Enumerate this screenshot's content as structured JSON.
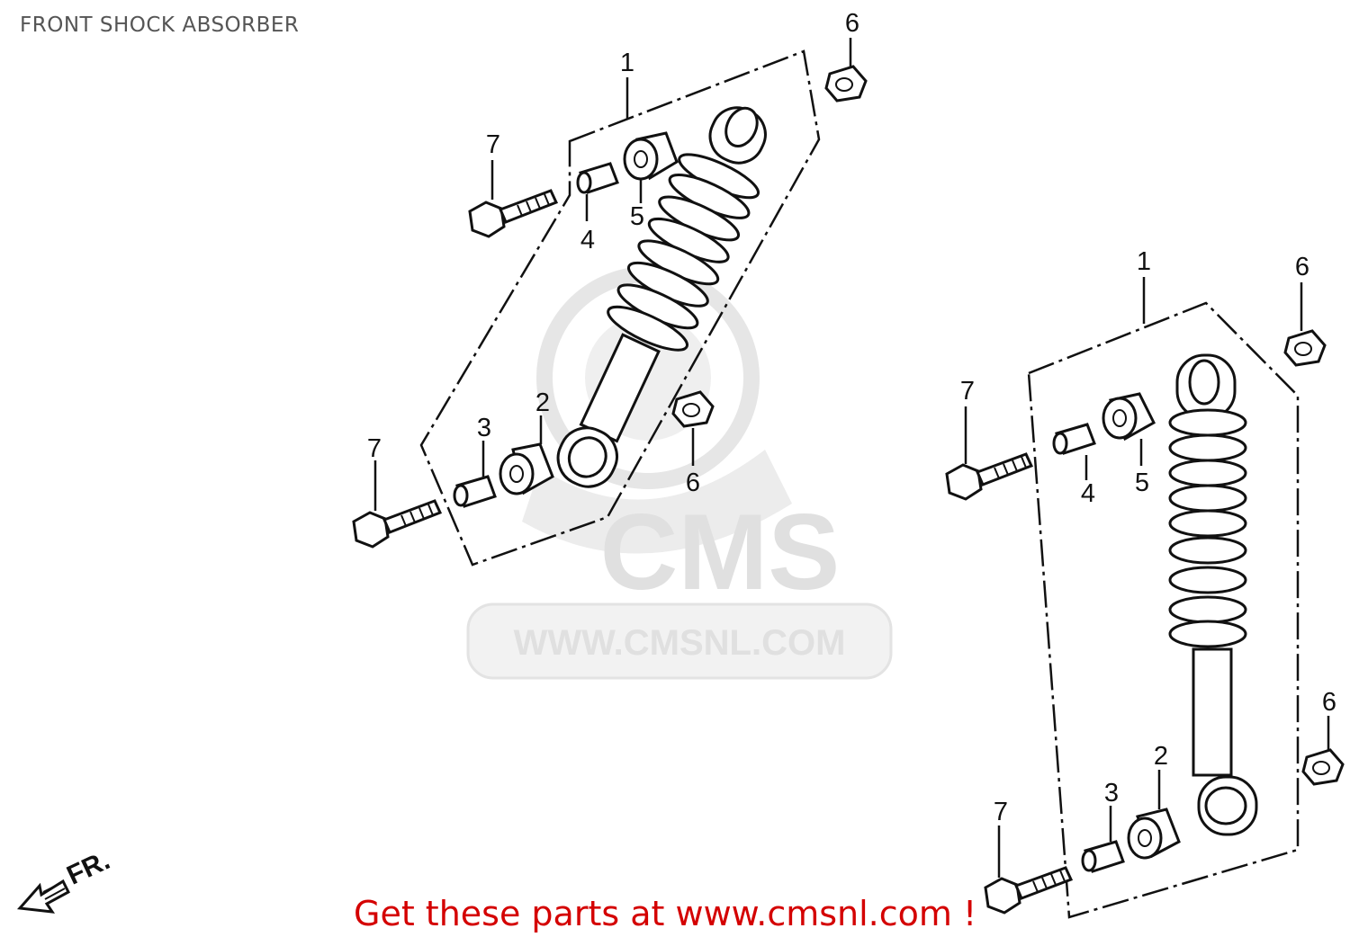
{
  "header": {
    "title": "FRONT SHOCK ABSORBER"
  },
  "watermark": {
    "logo_text": "CMS",
    "url_text": "WWW.CMSNL.COM"
  },
  "direction": {
    "label": "FR."
  },
  "footer": {
    "text": "Get these parts at www.cmsnl.com !"
  },
  "callouts": {
    "left": {
      "c1": "1",
      "c2": "2",
      "c3": "3",
      "c4": "4",
      "c5": "5",
      "c6_top": "6",
      "c6_mid": "6",
      "c7_top": "7",
      "c7_bottom": "7"
    },
    "right": {
      "c1": "1",
      "c2": "2",
      "c3": "3",
      "c4": "4",
      "c5": "5",
      "c6_top": "6",
      "c6_bottom": "6",
      "c7_top": "7",
      "c7_bottom": "7"
    }
  },
  "colors": {
    "footer": "#d40000",
    "title": "#555555",
    "watermark": "#e0e0e0",
    "lines": "#111111"
  }
}
